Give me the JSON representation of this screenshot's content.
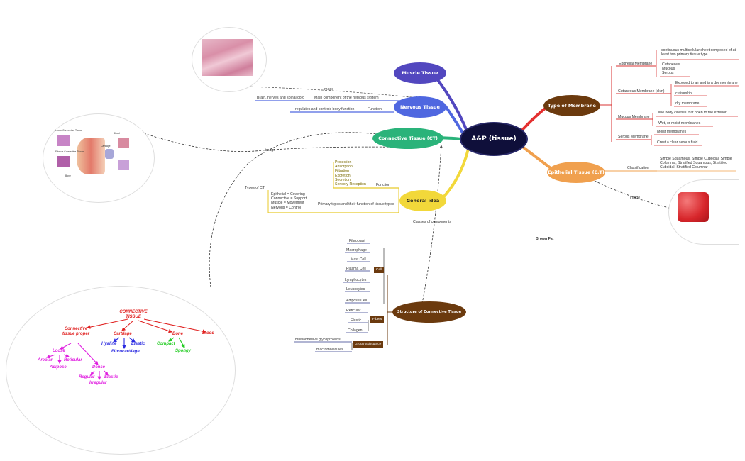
{
  "colors": {
    "central": "#0f0f3a",
    "muscle": "#5247bf",
    "nervous": "#4f67e0",
    "connective": "#2ab37a",
    "general": "#f2d83a",
    "membrane": "#6b3a0e",
    "epithelial": "#f0a04e",
    "red": "#d93333"
  },
  "central": "A&P (tissue)",
  "muscle": {
    "title": "Muscle Tissue"
  },
  "nervous": {
    "title": "Nervous Tissue",
    "image": "image",
    "main_component": "Main component of the nervous system",
    "brain": "Brain, nerves and spinal cord",
    "function": "Function",
    "regulates": "regulates and controls body function"
  },
  "connective": {
    "title": "Connective Tissue (CT)",
    "image": "image",
    "types_label": "Types of CT",
    "image_labels": [
      "Loose Connective Tissue",
      "Fibrous Connective Tissue",
      "Blood",
      "Cartilage",
      "Bone"
    ]
  },
  "general": {
    "title": "General idea",
    "function": "Function",
    "functions": [
      "Protection",
      "Absorption",
      "Filtration",
      "Excretion",
      "Secretion",
      "Sensory Reception"
    ],
    "primary_types": "Primary types and their function of tissue types",
    "types": [
      "Epithelial = Covering",
      "Connective = Support",
      "Muscle = Movement",
      "Nervous = Control"
    ],
    "classes": "Classes of components"
  },
  "membrane": {
    "title": "Type of Membrane",
    "epithelial_membrane": "Epithelial Membrane",
    "em_desc": "continuous multicellular sheet composed of at least two primary tissue type",
    "em_types": [
      "Cutaneous",
      "Mucous",
      "Serous"
    ],
    "cutaneous": "Cutaneous Membrane (skin)",
    "cut_details": [
      "Exposed to air and is a dry membrane",
      "cutis=skin",
      "dry membrane"
    ],
    "mucous": "Mucous Membrane",
    "muc_details": [
      "line body cavities that open to the exterior",
      "Wet, or moist membranes"
    ],
    "serous": "Serous Membrane",
    "ser_details": [
      "Moist membranes",
      "Crest a clear serous fluid"
    ]
  },
  "epithelial": {
    "title": "Epithelial Tissue (E.T)",
    "classification": "Classification",
    "class_text": "Simple Squamous, Simple Cuboidal, Simple Columnar, Stratified Squamous, Stratified Cuboidal, Stratified Columnar",
    "image": "image"
  },
  "brown_fat": "Brown Fat",
  "structure": {
    "title": "Structure of Connective Tissue",
    "cell": "Cell",
    "cells": [
      "Fibroblast",
      "Macrophage",
      "Mast Cell",
      "Plasma Cell",
      "Lymphocytes",
      "Leukocytes",
      "Adipose Cell"
    ],
    "fibers": "Fibers",
    "fiber_types": [
      "Reticular",
      "Elastic",
      "Collagen"
    ],
    "ground": "Group Substance",
    "ground_types": [
      "multiadhesive glycoproteins",
      "macromolecules"
    ]
  },
  "ct_chart": {
    "root": "CONNECTIVE TISSUE",
    "proper": "Connective tissue proper",
    "cartilage": "Cartilage",
    "bone": "Bone",
    "blood": "Blood",
    "loose": "Loose",
    "dense": "Dense",
    "areolar": "Areolar",
    "reticular": "Reticular",
    "adipose": "Adipose",
    "regular": "Regular",
    "elastic_d": "Elastic",
    "irregular": "Irregular",
    "hyaline": "Hyaline",
    "elastic_c": "Elastic",
    "fibrocartilage": "Fibrocartilage",
    "compact": "Compact",
    "spongy": "Spongy"
  }
}
